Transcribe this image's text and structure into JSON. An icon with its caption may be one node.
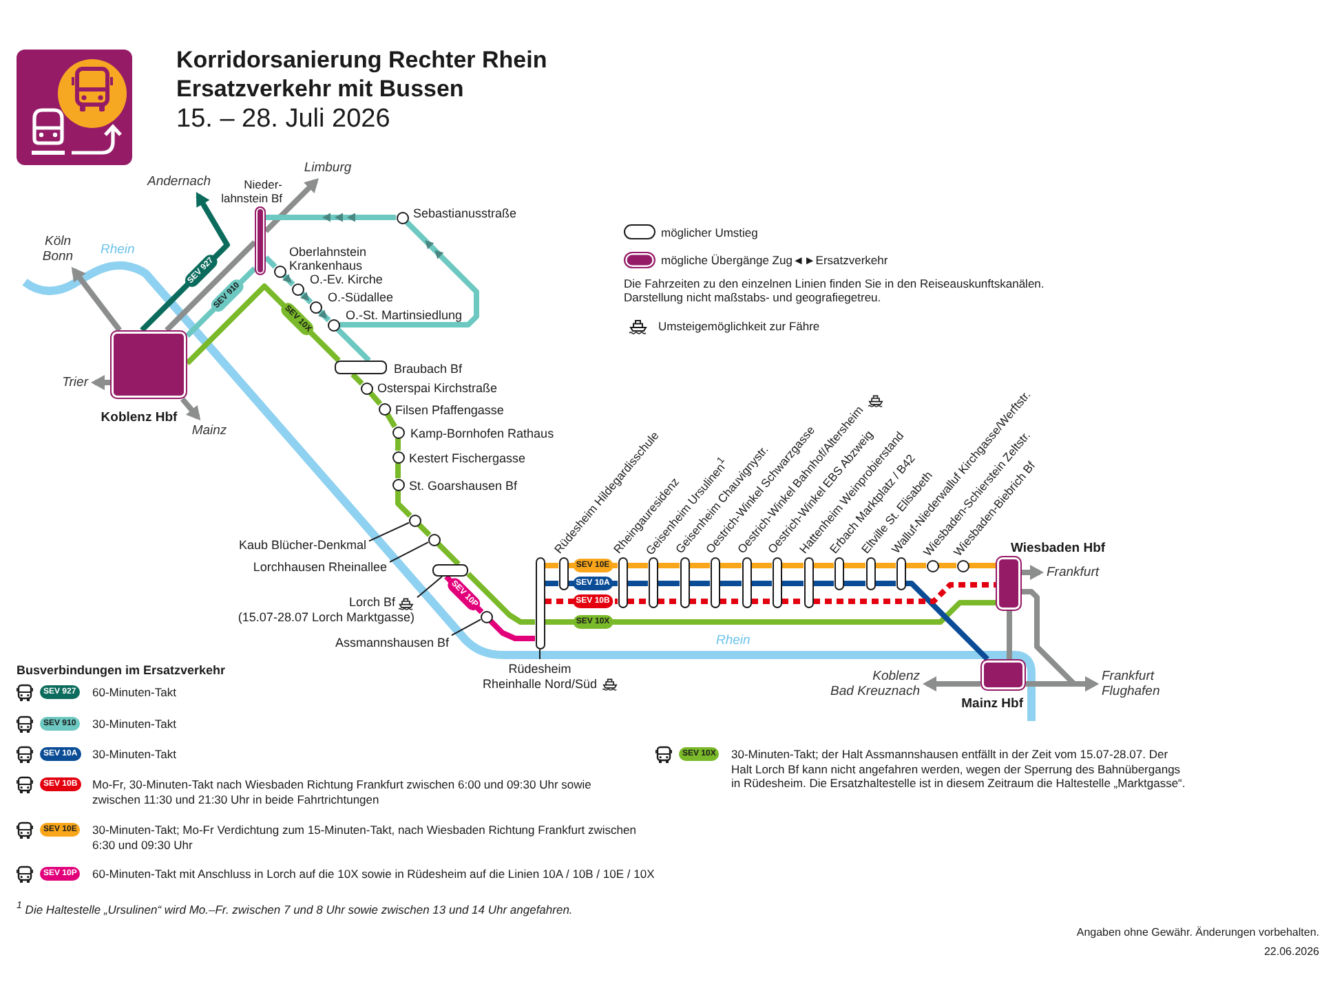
{
  "diagram": {
    "title": "Korridorsanierung Rechter Rhein Ersatzverkehr mit Bussen",
    "nodes": [
      {
        "text": [
          "Andernach"
        ]
      },
      {
        "text": [
          "Limburg"
        ]
      },
      {
        "text": [
          "Nieder- lahnstein Bf"
        ]
      },
      {
        "text": [
          "Köln",
          "Bonn"
        ]
      },
      {
        "text": [
          "Sebastianusstraße"
        ]
      },
      {
        "text": [
          "Oberlahnstein Krankenhaus"
        ]
      },
      {
        "text": [
          "O.-Ev. Kirche"
        ]
      },
      {
        "text": [
          "O.-Südallee"
        ]
      },
      {
        "text": [
          "O.-St. Martinsiedlung"
        ]
      },
      {
        "text": [
          "Koblenz Hbf"
        ]
      },
      {
        "text": [
          "Trier"
        ]
      },
      {
        "text": [
          "Braubach Bf"
        ]
      },
      {
        "text": [
          "Osterspai Kirchstraße"
        ]
      },
      {
        "text": [
          "Filsen Pfaffengasse"
        ]
      },
      {
        "text": [
          "Mainz"
        ]
      },
      {
        "text": [
          "Kamp-Bornhofen Rathaus"
        ]
      },
      {
        "text": [
          "Kestert Fischergasse"
        ]
      },
      {
        "text": [
          "St. Goarshausen Bf"
        ]
      },
      {
        "text": [],
        "shape": "circle"
      },
      {
        "text": [
          "Kaub Blücher-Denkmal"
        ]
      },
      {
        "text": [],
        "shape": "circle"
      },
      {
        "text": [
          "Lorchhausen Rheinallee"
        ]
      },
      {
        "text": [],
        "shape": "bar"
      },
      {
        "text": [
          "Lorch Bf",
          "(15.07-28.07 Lorch Marktgasse)"
        ]
      },
      {
        "text": [],
        "shape": "circle"
      },
      {
        "text": [
          "Assmannshausen Bf"
        ]
      },
      {
        "text": [],
        "shape": "bar"
      },
      {
        "text": [
          "Rüdesheim Rheinhalle Nord/Süd"
        ]
      },
      {
        "text": [
          "Rüdesheim Hildegardisschule"
        ]
      },
      {
        "text": [
          "Rheingauresidenz"
        ]
      },
      {
        "text": [
          "Geisenheim Ursulinen$^{1}$"
        ]
      },
      {
        "text": [
          "Geisenheim Chauvignystr."
        ]
      },
      {
        "text": [
          "Oestrich-Winkel Schwarzgasse"
        ]
      },
      {
        "text": [
          "Oestrich-Winkel Bahnhof/Altersheim"
        ]
      },
      {
        "text": [
          "Oestrich-Winkel EBS Abzweig"
        ]
      },
      {
        "text": [
          "Hattenheim Weinprobierstand"
        ]
      },
      {
        "text": [
          "Erbach Marktplatz / B42"
        ]
      },
      {
        "text": [
          "Eltville St. Elisabeth"
        ]
      },
      {
        "text": [
          "Walluf-Niederwalluf Kirchgasse/Werftstr."
        ]
      },
      {
        "text": [
          "Wiesbaden-Schierstein Zeltstr."
        ]
      },
      {
        "text": [
          "Wiesbaden-Biebrich Bf"
        ]
      },
      {
        "text": [
          "Wiesbaden Hbf"
        ]
      },
      {
        "text": [
          "Frankfurt"
        ]
      },
      {
        "text": [
          "Koblenz",
          "Bad Kreuznach"
        ]
      },
      {
        "text": [
          "Mainz Hbf"
        ]
      },
      {
        "text": [
          "Frankfurt Flughafen"
        ]
      }
    ],
    "edges": [
      {
        "from": 9,
        "to": 0,
        "arrow": "to",
        "label": "SEV 927",
        "color": "#0b6b5c"
      },
      {
        "from": 9,
        "to": 2,
        "arrow": "none",
        "color": "#8b8e8d"
      },
      {
        "from": 2,
        "to": 1,
        "arrow": "to",
        "color": "#8b8e8d"
      },
      {
        "from": 9,
        "to": 3,
        "arrow": "to",
        "color": "#8b8e8d"
      },
      {
        "from": 9,
        "to": 10,
        "arrow": "to",
        "color": "#8b8e8d"
      },
      {
        "from": 9,
        "to": 14,
        "arrow": "to",
        "color": "#8b8e8d"
      },
      {
        "from": 9,
        "to": 2,
        "arrow": "none",
        "label": "SEV 910",
        "color": "#6cc8c1"
      },
      {
        "from": 2,
        "to": 5,
        "arrow": "none",
        "color": "#6cc8c1"
      },
      {
        "from": 5,
        "to": 6,
        "arrow": "to",
        "color": "#6cc8c1"
      },
      {
        "from": 6,
        "to": 7,
        "arrow": "to",
        "color": "#6cc8c1"
      },
      {
        "from": 7,
        "to": 8,
        "arrow": "to",
        "color": "#6cc8c1"
      },
      {
        "from": 8,
        "to": 4,
        "arrow": "to",
        "color": "#6cc8c1"
      },
      {
        "from": 4,
        "to": 2,
        "arrow": "to",
        "color": "#6cc8c1"
      },
      {
        "from": 8,
        "to": 11,
        "arrow": "none",
        "color": "#6cc8c1"
      },
      {
        "from": 9,
        "to": 11,
        "arrow": "none",
        "label": "SEV 10X",
        "color": "#7ab929"
      },
      {
        "from": 11,
        "to": 12,
        "arrow": "none",
        "color": "#7ab929"
      },
      {
        "from": 12,
        "to": 13,
        "arrow": "none",
        "color": "#7ab929"
      },
      {
        "from": 13,
        "to": 15,
        "arrow": "none",
        "color": "#7ab929"
      },
      {
        "from": 15,
        "to": 16,
        "arrow": "none",
        "color": "#7ab929"
      },
      {
        "from": 16,
        "to": 17,
        "arrow": "none",
        "color": "#7ab929"
      },
      {
        "from": 17,
        "to": 18,
        "arrow": "none",
        "color": "#7ab929"
      },
      {
        "from": 18,
        "to": 20,
        "arrow": "none",
        "color": "#7ab929"
      },
      {
        "from": 20,
        "to": 22,
        "arrow": "none",
        "color": "#7ab929"
      },
      {
        "from": 22,
        "to": 26,
        "arrow": "none",
        "color": "#7ab929"
      },
      {
        "from": 26,
        "to": 41,
        "arrow": "none",
        "label": "SEV 10X",
        "color": "#7ab929"
      },
      {
        "from": 22,
        "to": 24,
        "arrow": "none",
        "label": "SEV 10P",
        "color": "#e2007a"
      },
      {
        "from": 24,
        "to": 26,
        "arrow": "none",
        "color": "#e2007a"
      },
      {
        "from": 26,
        "to": 28,
        "arrow": "none",
        "color": "#f9a61a"
      },
      {
        "from": 28,
        "to": 29,
        "arrow": "none",
        "label": "SEV 10E",
        "color": "#f9a61a"
      },
      {
        "from": 29,
        "to": 30,
        "arrow": "none",
        "color": "#f9a61a"
      },
      {
        "from": 30,
        "to": 31,
        "arrow": "none",
        "color": "#f9a61a"
      },
      {
        "from": 31,
        "to": 32,
        "arrow": "none",
        "color": "#f9a61a"
      },
      {
        "from": 32,
        "to": 33,
        "arrow": "none",
        "color": "#f9a61a"
      },
      {
        "from": 33,
        "to": 34,
        "arrow": "none",
        "color": "#f9a61a"
      },
      {
        "from": 34,
        "to": 35,
        "arrow": "none",
        "color": "#f9a61a"
      },
      {
        "from": 35,
        "to": 36,
        "arrow": "none",
        "color": "#f9a61a"
      },
      {
        "from": 36,
        "to": 37,
        "arrow": "none",
        "color": "#f9a61a"
      },
      {
        "from": 37,
        "to": 38,
        "arrow": "none",
        "color": "#f9a61a"
      },
      {
        "from": 38,
        "to": 39,
        "arrow": "none",
        "color": "#f9a61a"
      },
      {
        "from": 39,
        "to": 40,
        "arrow": "none",
        "color": "#f9a61a"
      },
      {
        "from": 40,
        "to": 41,
        "arrow": "none",
        "color": "#f9a61a"
      },
      {
        "from": 26,
        "to": 28,
        "arrow": "none",
        "color": "#0a4c96"
      },
      {
        "from": 28,
        "to": 29,
        "arrow": "none",
        "label": "SEV 10A",
        "color": "#0a4c96"
      },
      {
        "from": 29,
        "to": 30,
        "arrow": "none",
        "color": "#0a4c96"
      },
      {
        "from": 30,
        "to": 31,
        "arrow": "none",
        "color": "#0a4c96"
      },
      {
        "from": 31,
        "to": 32,
        "arrow": "none",
        "color": "#0a4c96"
      },
      {
        "from": 32,
        "to": 33,
        "arrow": "none",
        "color": "#0a4c96"
      },
      {
        "from": 33,
        "to": 34,
        "arrow": "none",
        "color": "#0a4c96"
      },
      {
        "from": 34,
        "to": 35,
        "arrow": "none",
        "color": "#0a4c96"
      },
      {
        "from": 35,
        "to": 36,
        "arrow": "none",
        "color": "#0a4c96"
      },
      {
        "from": 36,
        "to": 37,
        "arrow": "none",
        "color": "#0a4c96"
      },
      {
        "from": 37,
        "to": 38,
        "arrow": "none",
        "color": "#0a4c96"
      },
      {
        "from": 38,
        "to": 44,
        "arrow": "none",
        "color": "#0a4c96"
      },
      {
        "from": 26,
        "to": 29,
        "arrow": "none",
        "label": "SEV 10B",
        "style": "dashed",
        "color": "#e3000f"
      },
      {
        "from": 29,
        "to": 30,
        "arrow": "none",
        "style": "dashed",
        "color": "#e3000f"
      },
      {
        "from": 30,
        "to": 31,
        "arrow": "none",
        "style": "dashed",
        "color": "#e3000f"
      },
      {
        "from": 31,
        "to": 32,
        "arrow": "none",
        "style": "dashed",
        "color": "#e3000f"
      },
      {
        "from": 32,
        "to": 33,
        "arrow": "none",
        "style": "dashed",
        "color": "#e3000f"
      },
      {
        "from": 33,
        "to": 34,
        "arrow": "none",
        "style": "dashed",
        "color": "#e3000f"
      },
      {
        "from": 34,
        "to": 35,
        "arrow": "none",
        "style": "dashed",
        "color": "#e3000f"
      },
      {
        "from": 35,
        "to": 41,
        "arrow": "none",
        "style": "dashed",
        "color": "#e3000f"
      },
      {
        "from": 41,
        "to": 42,
        "arrow": "to",
        "color": "#8b8e8d"
      },
      {
        "from": 41,
        "to": 44,
        "arrow": "none",
        "color": "#8b8e8d"
      },
      {
        "from": 41,
        "to": 45,
        "arrow": "to",
        "color": "#8b8e8d"
      },
      {
        "from": 44,
        "to": 43,
        "arrow": "to",
        "color": "#8b8e8d"
      },
      {
        "from": 44,
        "to": 45,
        "arrow": "to",
        "color": "#8b8e8d"
      },
      {
        "from": 19,
        "to": 18,
        "arrow": "none",
        "color": "#1a1a1a"
      },
      {
        "from": 21,
        "to": 20,
        "arrow": "none",
        "color": "#1a1a1a"
      },
      {
        "from": 23,
        "to": 22,
        "arrow": "none",
        "color": "#1a1a1a"
      },
      {
        "from": 25,
        "to": 24,
        "arrow": "none",
        "color": "#1a1a1a"
      },
      {
        "from": 27,
        "to": 26,
        "arrow": "none",
        "color": "#1a1a1a"
      }
    ],
    "labels": [
      "15. – 28. Juli 2026",
      "Rhein",
      "Die Fahrzeiten zu den einzelnen Linien finden Sie in den Reiseauskunftskanälen.",
      "Darstellung nicht maßstabs- und geografiegetreu.",
      "Rhein",
      "Busverbindungen im Ersatzverkehr",
      "SEV 927",
      "SEV 910",
      "SEV 10A",
      "SEV 10B",
      "SEV 10E",
      "SEV 10P",
      "SEV 10X",
      "$^{1}$ Die Haltestelle „Ursulinen“ wird Mo.–Fr. zwischen 7 und 8 Uhr sowie zwischen 13 und 14 Uhr angefahren.",
      "Angaben ohne Gewähr. Änderungen vorbehalten.",
      "22.06.2026"
    ],
    "legend": [
      {
        "text": "möglicher Umstieg"
      },
      {
        "text": "mögliche Übergänge Zug◄►Ersatzverkehr",
        "color": "#951b67"
      },
      {
        "text": "Umsteigemöglichkeit zur Fähre"
      },
      {
        "text": "60-Minuten-Takt",
        "color": "#0b6b5c"
      },
      {
        "text": "30-Minuten-Takt",
        "color": "#6cc8c1"
      },
      {
        "text": "30-Minuten-Takt",
        "color": "#0a4c96"
      },
      {
        "text": "Mo-Fr, 30-Minuten-Takt nach Wiesbaden Richtung Frankfurt zwischen 6:00 und 09:30 Uhr sowie zwischen 11:30 und 21:30 Uhr in beide Fahrtrichtungen",
        "color": "#e3000f"
      },
      {
        "text": "30-Minuten-Takt; Mo-Fr Verdichtung zum 15-Minuten-Takt, nach Wiesbaden Richtung Frankfurt zwischen 6:30 und 09:30 Uhr",
        "color": "#f9a61a"
      },
      {
        "text": "60-Minuten-Takt mit Anschluss in Lorch auf die 10X sowie in Rüdesheim auf die Linien 10A / 10B / 10E / 10X",
        "color": "#e2007a"
      },
      {
        "text": "30-Minuten-Takt; der Halt Assmannshausen entfällt in der Zeit vom 15.07-28.07. Der Halt Lorch Bf kann nicht angefahren werden, wegen der Sperrung des Bahnübergangs in Rüdesheim. Die Ersatzhaltestelle ist in diesem Zeitraum die Haltestelle „Marktgasse“.",
        "color": "#7ab929"
      }
    ]
  }
}
